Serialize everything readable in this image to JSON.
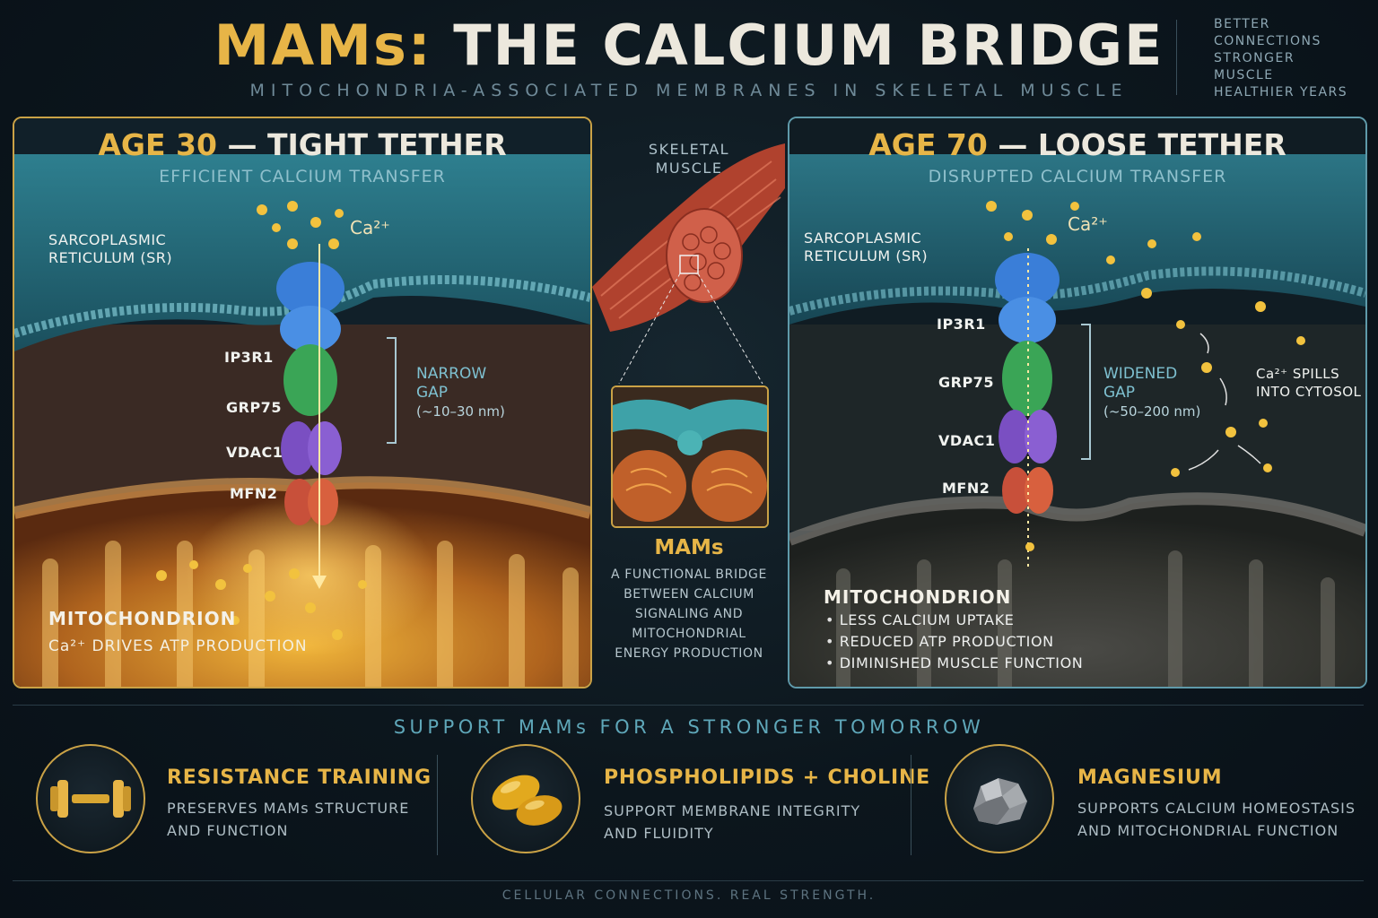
{
  "header": {
    "title_highlight": "MAMs:",
    "title_rest": "THE CALCIUM BRIDGE",
    "subtitle": "MITOCHONDRIA-ASSOCIATED MEMBRANES IN SKELETAL MUSCLE",
    "tagline": [
      "BETTER",
      "CONNECTIONS",
      "STRONGER",
      "MUSCLE",
      "HEALTHIER YEARS"
    ]
  },
  "young_panel": {
    "title_highlight": "AGE 30",
    "title_rest": "— TIGHT TETHER",
    "subtitle": "EFFICIENT CALCIUM TRANSFER",
    "sr_label": [
      "SARCOPLASMIC",
      "RETICULUM (SR)"
    ],
    "ca_label": "Ca²⁺",
    "proteins": [
      "IP3R1",
      "GRP75",
      "VDAC1",
      "MFN2"
    ],
    "gap_label": [
      "NARROW",
      "GAP"
    ],
    "gap_range": "(~10–30 nm)",
    "mito_title": "MITOCHONDRION",
    "mito_desc": "Ca²⁺ DRIVES ATP PRODUCTION"
  },
  "center": {
    "muscle_label": [
      "SKELETAL",
      "MUSCLE"
    ],
    "mams_title": "MAMs",
    "mams_desc": [
      "A FUNCTIONAL BRIDGE",
      "BETWEEN CALCIUM",
      "SIGNALING AND",
      "MITOCHONDRIAL",
      "ENERGY PRODUCTION"
    ]
  },
  "old_panel": {
    "title_highlight": "AGE 70",
    "title_rest": "— LOOSE TETHER",
    "subtitle": "DISRUPTED CALCIUM TRANSFER",
    "sr_label": [
      "SARCOPLASMIC",
      "RETICULUM (SR)"
    ],
    "ca_label": "Ca²⁺",
    "proteins": [
      "IP3R1",
      "GRP75",
      "VDAC1",
      "MFN2"
    ],
    "gap_label": [
      "WIDENED",
      "GAP"
    ],
    "gap_range": "(~50–200 nm)",
    "spill_label": [
      "Ca²⁺ SPILLS",
      "INTO CYTOSOL"
    ],
    "mito_title": "MITOCHONDRION",
    "bullets": [
      "LESS CALCIUM UPTAKE",
      "REDUCED ATP PRODUCTION",
      "DIMINISHED MUSCLE FUNCTION"
    ]
  },
  "support": {
    "heading": "SUPPORT MAMs FOR A STRONGER TOMORROW",
    "items": [
      {
        "icon": "dumbbell-icon",
        "title": "RESISTANCE TRAINING",
        "desc": [
          "PRESERVES MAMs STRUCTURE",
          "AND FUNCTION"
        ]
      },
      {
        "icon": "softgel-capsule-icon",
        "title": "PHOSPHOLIPIDS + CHOLINE",
        "desc": [
          "SUPPORT MEMBRANE INTEGRITY",
          "AND FLUIDITY"
        ]
      },
      {
        "icon": "mineral-rock-icon",
        "title": "MAGNESIUM",
        "desc": [
          "SUPPORTS CALCIUM HOMEOSTASIS",
          "AND MITOCHONDRIAL FUNCTION"
        ]
      }
    ]
  },
  "footer": "CELLULAR CONNECTIONS. REAL STRENGTH.",
  "colors": {
    "gold": "#e7b547",
    "teal": "#5fa7b9",
    "cream": "#ece8dd",
    "ip3r1": "#3a7ed8",
    "grp75": "#3aa556",
    "vdac1": "#7a4fc2",
    "mfn2": "#c8503a"
  }
}
